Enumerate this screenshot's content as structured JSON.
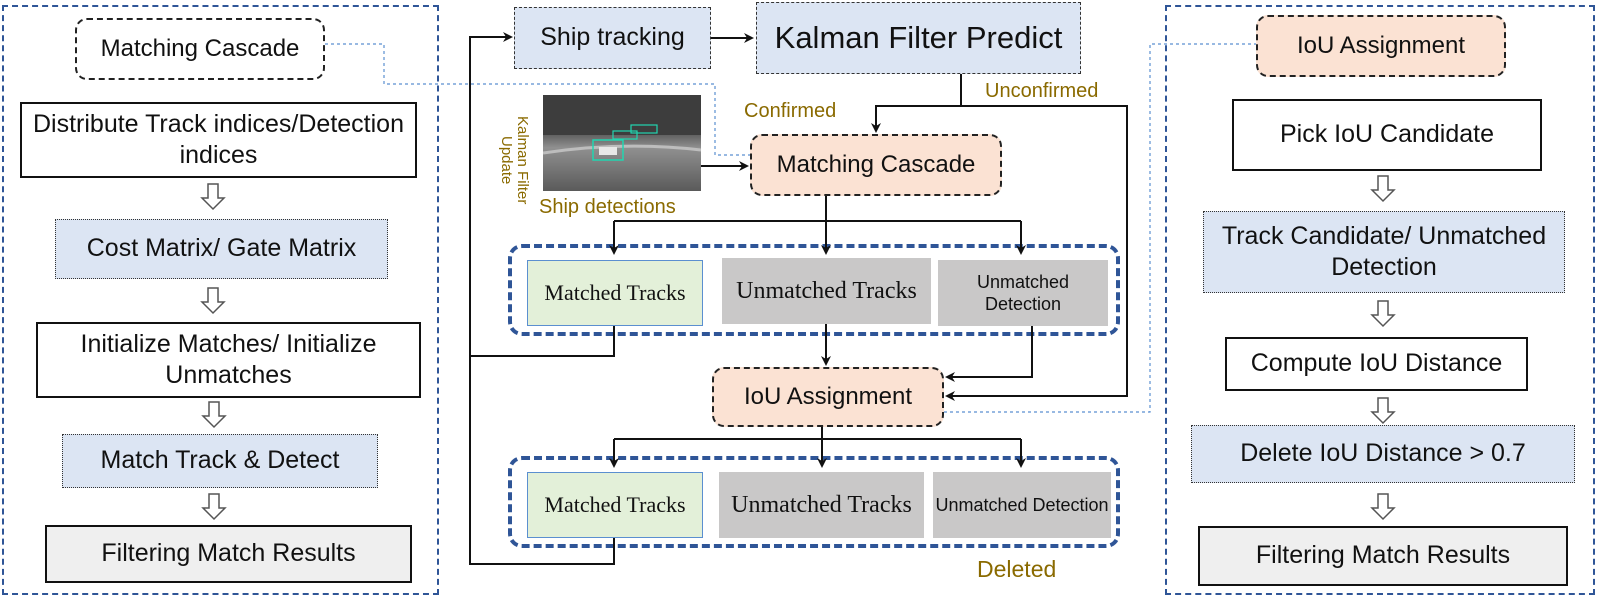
{
  "left_panel": {
    "title": "Matching Cascade",
    "steps": [
      "Distribute Track indices/Detection indices",
      "Cost Matrix/ Gate Matrix",
      "Initialize Matches/ Initialize Unmatches",
      "Match Track & Detect",
      "Filtering Match Results"
    ]
  },
  "center": {
    "ship_tracking": "Ship tracking",
    "kalman_predict": "Kalman Filter Predict",
    "kalman_update": "Kalman Filter Update",
    "ship_detections": "Ship detections",
    "confirmed": "Confirmed",
    "unconfirmed": "Unconfirmed",
    "matching_cascade": "Matching Cascade",
    "iou_assignment": "IoU Assignment",
    "deleted": "Deleted",
    "group1": [
      "Matched Tracks",
      "Unmatched Tracks",
      "Unmatched Detection"
    ],
    "group2": [
      "Matched Tracks",
      "Unmatched Tracks",
      "Unmatched Detection"
    ]
  },
  "right_panel": {
    "title": "IoU Assignment",
    "steps": [
      "Pick IoU Candidate",
      "Track Candidate/ Unmatched Detection",
      "Compute IoU Distance",
      "Delete IoU Distance > 0.7",
      "Filtering Match Results"
    ]
  },
  "colors": {
    "panel_border": "#2f5597",
    "blue_fill": "#dce6f4",
    "peach_fill": "#fbe2d3",
    "grey_fill": "#c9c8c8",
    "green_fill": "#e3f0d9",
    "label_olive": "#8a6a00"
  }
}
